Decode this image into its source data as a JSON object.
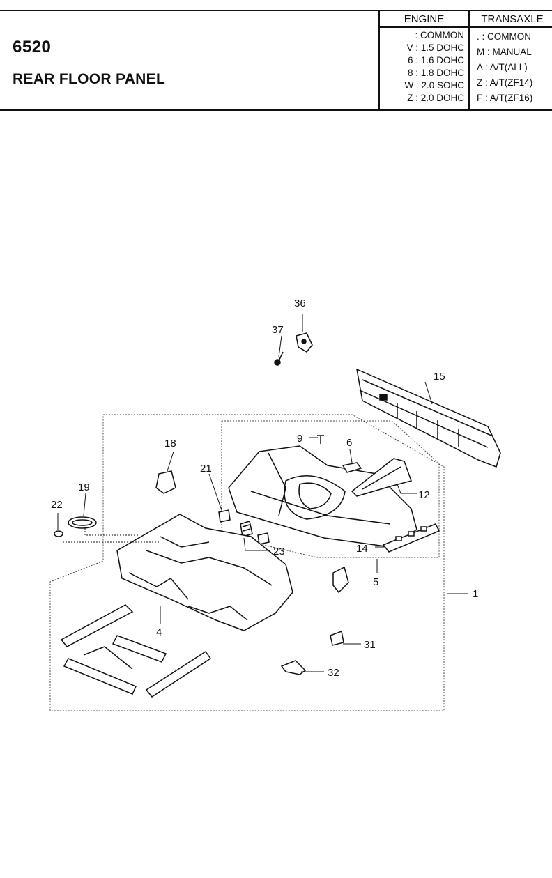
{
  "header": {
    "code": "6520",
    "title": "REAR FLOOR PANEL"
  },
  "legend": {
    "engine": {
      "heading": "ENGINE",
      "rows": [
        ": COMMON",
        "V : 1.5 DOHC",
        "6 : 1.6 DOHC",
        "8 : 1.8 DOHC",
        "W : 2.0 SOHC",
        "Z : 2.0 DOHC"
      ]
    },
    "transaxle": {
      "heading": "TRANSAXLE",
      "rows": [
        ". : COMMON",
        "M : MANUAL",
        "A : A/T(ALL)",
        "Z : A/T(ZF14)",
        "F : A/T(ZF16)"
      ]
    }
  },
  "callouts": {
    "p1": "1",
    "p4": "4",
    "p5": "5",
    "p6": "6",
    "p9": "9",
    "p12": "12",
    "p14": "14",
    "p15": "15",
    "p18": "18",
    "p19": "19",
    "p21": "21",
    "p22": "22",
    "p23": "23",
    "p31": "31",
    "p32": "32",
    "p36": "36",
    "p37": "37"
  }
}
